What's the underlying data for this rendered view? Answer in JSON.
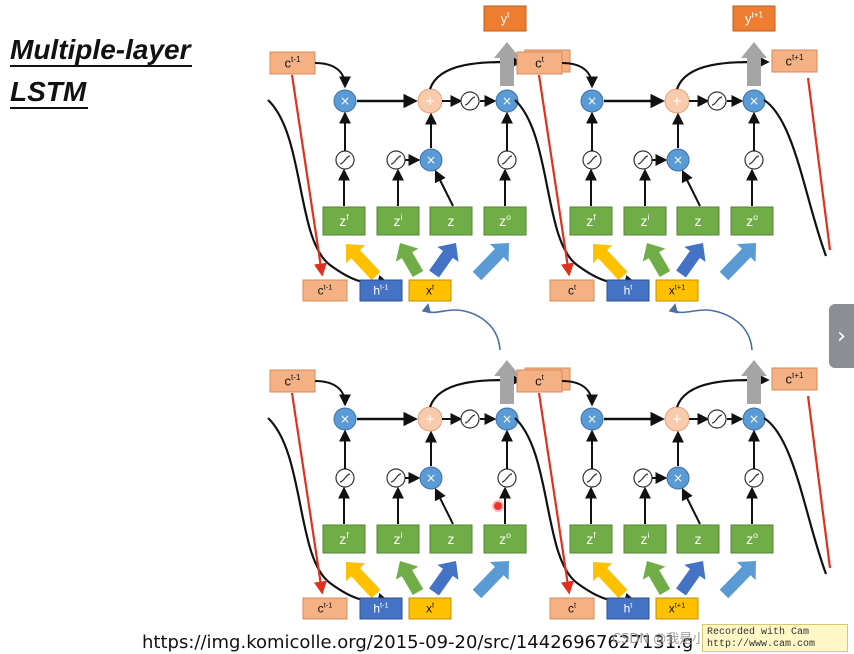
{
  "slide": {
    "title_line1": "Multiple-layer",
    "title_line2": "LSTM",
    "footer_url": "https://img.komicolle.org/2015-09-20/src/14426967627131.g",
    "watermark": "CSDN @我是小蔡呀~~",
    "cam_line1": "Recorded with  Cam",
    "cam_line2": "http://www.cam.com"
  },
  "colors": {
    "memory_box": "#f4b183",
    "gate_box": "#70ad47",
    "h_box": "#4472c4",
    "x_box": "#ffc000",
    "output_box": "#ed7d31",
    "multiply_node": "#5b9bd5",
    "add_node": "#f8cbad",
    "reset_line": "#e0301e",
    "arrow_yellow": "#ffc000",
    "arrow_green": "#70ad47",
    "arrow_darkblue": "#4472c4",
    "arrow_lightblue": "#5b9bd5",
    "up_arrow_gray": "#a5a5a5",
    "next_button": "#8b8f94"
  },
  "icons": {
    "next_slide": "chevron-right-icon",
    "cursor": "red-dot-icon"
  },
  "layers": [
    {
      "name": "upper",
      "outputs": [
        "yt",
        "yt+1"
      ],
      "cells": [
        {
          "c_prev": "ct-1",
          "c_next": "ct",
          "gates": [
            "zf",
            "zi",
            "z",
            "zo"
          ],
          "inputs": {
            "c": "ct-1",
            "h": "ht-1",
            "x": "xt"
          }
        },
        {
          "c_prev": "ct",
          "c_next": "ct+1",
          "gates": [
            "zf",
            "zi",
            "z",
            "zo"
          ],
          "inputs": {
            "c": "ct",
            "h": "ht",
            "x": "xt+1"
          }
        }
      ]
    },
    {
      "name": "lower",
      "cells": [
        {
          "c_prev": "ct-1",
          "c_next": "ct",
          "gates": [
            "zf",
            "zi",
            "z",
            "zo"
          ],
          "inputs": {
            "c": "ct-1",
            "h": "ht-1",
            "x": "xt"
          }
        },
        {
          "c_prev": "ct",
          "c_next": "ct+1",
          "gates": [
            "zf",
            "zi",
            "z",
            "zo"
          ],
          "inputs": {
            "c": "ct",
            "h": "ht",
            "x": "xt+1"
          }
        }
      ]
    }
  ]
}
